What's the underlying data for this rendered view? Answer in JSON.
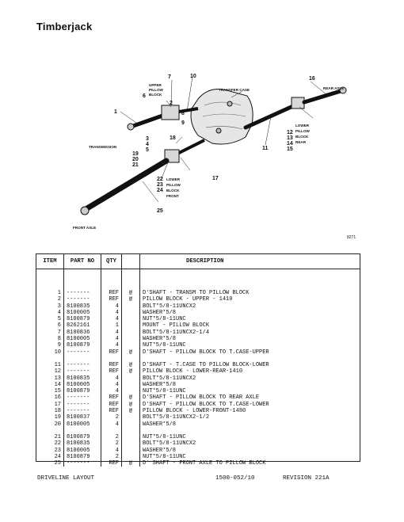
{
  "header": {
    "brand": "Timberjack"
  },
  "diagram": {
    "figure_number": "8271",
    "labels": {
      "upper_pillow_block": [
        "UPPER",
        "PILLOW",
        "BLOCK"
      ],
      "transfer_case": "TRANSFER CASE",
      "rear_axle": "REAR AXLE",
      "lower_pillow_block_rear": [
        "LOWER",
        "PILLOW",
        "BLOCK",
        "REAR"
      ],
      "transmission": "TRANSMISSION",
      "lower_pillow_block_front": [
        "LOWER",
        "PILLOW",
        "BLOCK",
        "FRONT"
      ],
      "front_axle": "FRONT AXLE"
    },
    "callouts": [
      "1",
      "2",
      "3",
      "4",
      "5",
      "6",
      "7",
      "8",
      "9",
      "10",
      "11",
      "12",
      "13",
      "14",
      "15",
      "16",
      "17",
      "18",
      "19",
      "20",
      "21",
      "22",
      "23",
      "24",
      "25"
    ]
  },
  "table": {
    "headers": {
      "item": "ITEM",
      "part_no": "PART NO",
      "qty": "QTY",
      "flag": "",
      "description": "DESCRIPTION"
    },
    "groups": [
      [
        {
          "item": "1",
          "part_no": "-------",
          "qty": "REF",
          "flag": "@",
          "description": "D'SHAFT - TRANSM TO PILLOW BLOCK"
        },
        {
          "item": "2",
          "part_no": "-------",
          "qty": "REF",
          "flag": "@",
          "description": "PILLOW BLOCK - UPPER - 1410"
        },
        {
          "item": "3",
          "part_no": "8100835",
          "qty": "4",
          "flag": "",
          "description": "BOLT*5/8-11UNCX2"
        },
        {
          "item": "4",
          "part_no": "8100005",
          "qty": "4",
          "flag": "",
          "description": "WASHER*5/8"
        },
        {
          "item": "5",
          "part_no": "8100879",
          "qty": "4",
          "flag": "",
          "description": "NUT*5/8-11UNC"
        },
        {
          "item": "6",
          "part_no": "8262161",
          "qty": "1",
          "flag": "",
          "description": "MOUNT - PILLOW BLOCK"
        },
        {
          "item": "7",
          "part_no": "8100836",
          "qty": "4",
          "flag": "",
          "description": "BOLT*5/8-11UNCX2-1/4"
        },
        {
          "item": "8",
          "part_no": "8100005",
          "qty": "4",
          "flag": "",
          "description": "WASHER*5/8"
        },
        {
          "item": "9",
          "part_no": "8100879",
          "qty": "4",
          "flag": "",
          "description": "NUT*5/8-11UNC"
        },
        {
          "item": "10",
          "part_no": "-------",
          "qty": "REF",
          "flag": "@",
          "description": "D'SHAFT - PILLOW BLOCK TO T.CASE-UPPER"
        }
      ],
      [
        {
          "item": "11",
          "part_no": "-------",
          "qty": "REF",
          "flag": "@",
          "description": "D'SHAFT - T.CASE TO PILLOW BLOCK-LOWER"
        },
        {
          "item": "12",
          "part_no": "-------",
          "qty": "REF",
          "flag": "@",
          "description": "PILLOW BLOCK - LOWER-REAR-1410"
        },
        {
          "item": "13",
          "part_no": "8100835",
          "qty": "4",
          "flag": "",
          "description": "BOLT*5/8-11UNCX2"
        },
        {
          "item": "14",
          "part_no": "8100005",
          "qty": "4",
          "flag": "",
          "description": "WASHER*5/8"
        },
        {
          "item": "15",
          "part_no": "8100879",
          "qty": "4",
          "flag": "",
          "description": "NUT*5/8-11UNC"
        },
        {
          "item": "16",
          "part_no": "-------",
          "qty": "REF",
          "flag": "@",
          "description": "D'SHAFT - PILLOW BLOCK TO REAR AXLE"
        },
        {
          "item": "17",
          "part_no": "-------",
          "qty": "REF",
          "flag": "@",
          "description": "D'SHAFT - PILLOW BLOCK TO T.CASE-LOWER"
        },
        {
          "item": "18",
          "part_no": "-------",
          "qty": "REF",
          "flag": "@",
          "description": "PILLOW BLOCK - LOWER-FRONT-1480"
        },
        {
          "item": "19",
          "part_no": "8100837",
          "qty": "2",
          "flag": "",
          "description": "BOLT*5/8-11UNCX2-1/2"
        },
        {
          "item": "20",
          "part_no": "8100005",
          "qty": "4",
          "flag": "",
          "description": "WASHER*5/8"
        }
      ],
      [
        {
          "item": "21",
          "part_no": "8100879",
          "qty": "2",
          "flag": "",
          "description": "NUT*5/8-11UNC"
        },
        {
          "item": "22",
          "part_no": "8100835",
          "qty": "2",
          "flag": "",
          "description": "BOLT*5/8-11UNCX2"
        },
        {
          "item": "23",
          "part_no": "8100005",
          "qty": "4",
          "flag": "",
          "description": "WASHER*5/8"
        },
        {
          "item": "24",
          "part_no": "8100879",
          "qty": "2",
          "flag": "",
          "description": "NUT*5/8-11UNC"
        },
        {
          "item": "25",
          "part_no": "-------",
          "qty": "REF",
          "flag": "@",
          "description": "D' SHAFT - FRONT AXLE TO PILLOW BLOCK"
        }
      ]
    ]
  },
  "footer": {
    "title": "DRIVELINE LAYOUT",
    "doc_number": "1500-052/10",
    "revision": "REVISION 221A"
  }
}
